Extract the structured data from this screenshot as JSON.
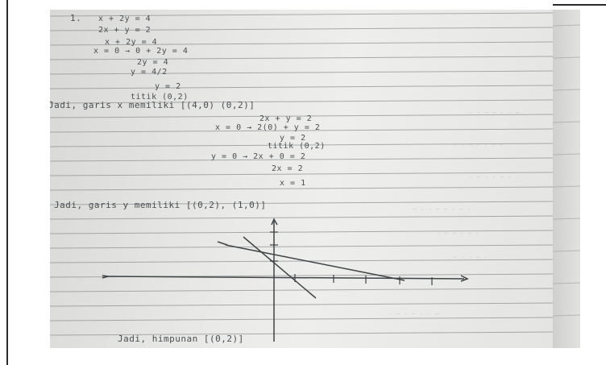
{
  "worksheet": {
    "problem_number": "1.",
    "lines": [
      "x + 2y = 4",
      "2x + y = 2",
      "x + 2y = 4",
      "x = 0 → 0 + 2y = 4",
      "2y = 4",
      "y = 4/2",
      "y = 2",
      "titik (0,2)",
      "Jadi, garis x memiliki [(4,0) (0,2)]",
      "2x + y = 2",
      "x = 0 → 2(0) + y = 2",
      "y = 2",
      "titik (0,2)",
      "y = 0 → 2x + 0 = 2",
      "2x = 2",
      "x = 1",
      "Jadi, garis y memiliki [(0,2), (1,0)]"
    ],
    "footer": "Jadi, himpunan [(0,2)]"
  }
}
